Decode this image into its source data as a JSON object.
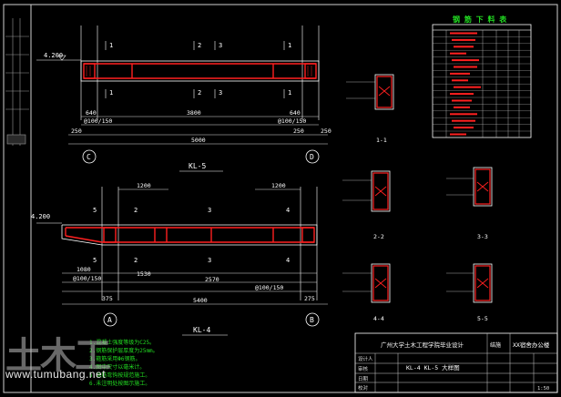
{
  "beam_top": {
    "name": "KL-5",
    "elevation": "4.200",
    "grid_left": "C",
    "grid_right": "D",
    "span_total": "5000",
    "dims_mid": [
      "640",
      "3800",
      "640"
    ],
    "dims_low_left": "@100/150",
    "dims_low_right": "@100/150",
    "end_dims": [
      "250",
      "250",
      "250"
    ],
    "sections": [
      "1",
      "2",
      "3",
      "1"
    ]
  },
  "beam_bottom": {
    "name": "KL-4",
    "elevation": "4.200",
    "grid_left": "A",
    "grid_right": "B",
    "span_total": "5400",
    "top_dims": [
      "1200",
      "1200"
    ],
    "mid_dims": [
      "1080",
      "1530",
      "2570"
    ],
    "stirrups": [
      "@100/150",
      "@100/150"
    ],
    "end_dims": [
      "375",
      "275"
    ],
    "sections": [
      "5",
      "2",
      "3",
      "4"
    ]
  },
  "sections": {
    "labels": [
      "1-1",
      "2-2",
      "3-3",
      "4-4",
      "5-5"
    ]
  },
  "rebar_table": {
    "title": "钢 筋 下 料 表"
  },
  "notes": [
    "1.混凝土强度等级为C25。",
    "2.钢筋保护层厚度为25mm。",
    "3.箍筋采用Φ6钢筋。",
    "4.图中尺寸以毫米计。",
    "5.纵筋弯钩按规范施工。",
    "6.未注明处按图示施工。"
  ],
  "title_block": {
    "school": "广州大学土木工程学院毕业设计",
    "drawing_title": "KL-4  KL-5  大样图",
    "project": "XX宿舍办公楼",
    "sheet_tag": "结施",
    "labels": [
      "设计人",
      "审核",
      "日期",
      "校对"
    ],
    "values": [
      "",
      "",
      "",
      ""
    ],
    "scale": "1:50"
  },
  "watermark": {
    "logo": "土木工",
    "url": "www.tumubang.net"
  }
}
